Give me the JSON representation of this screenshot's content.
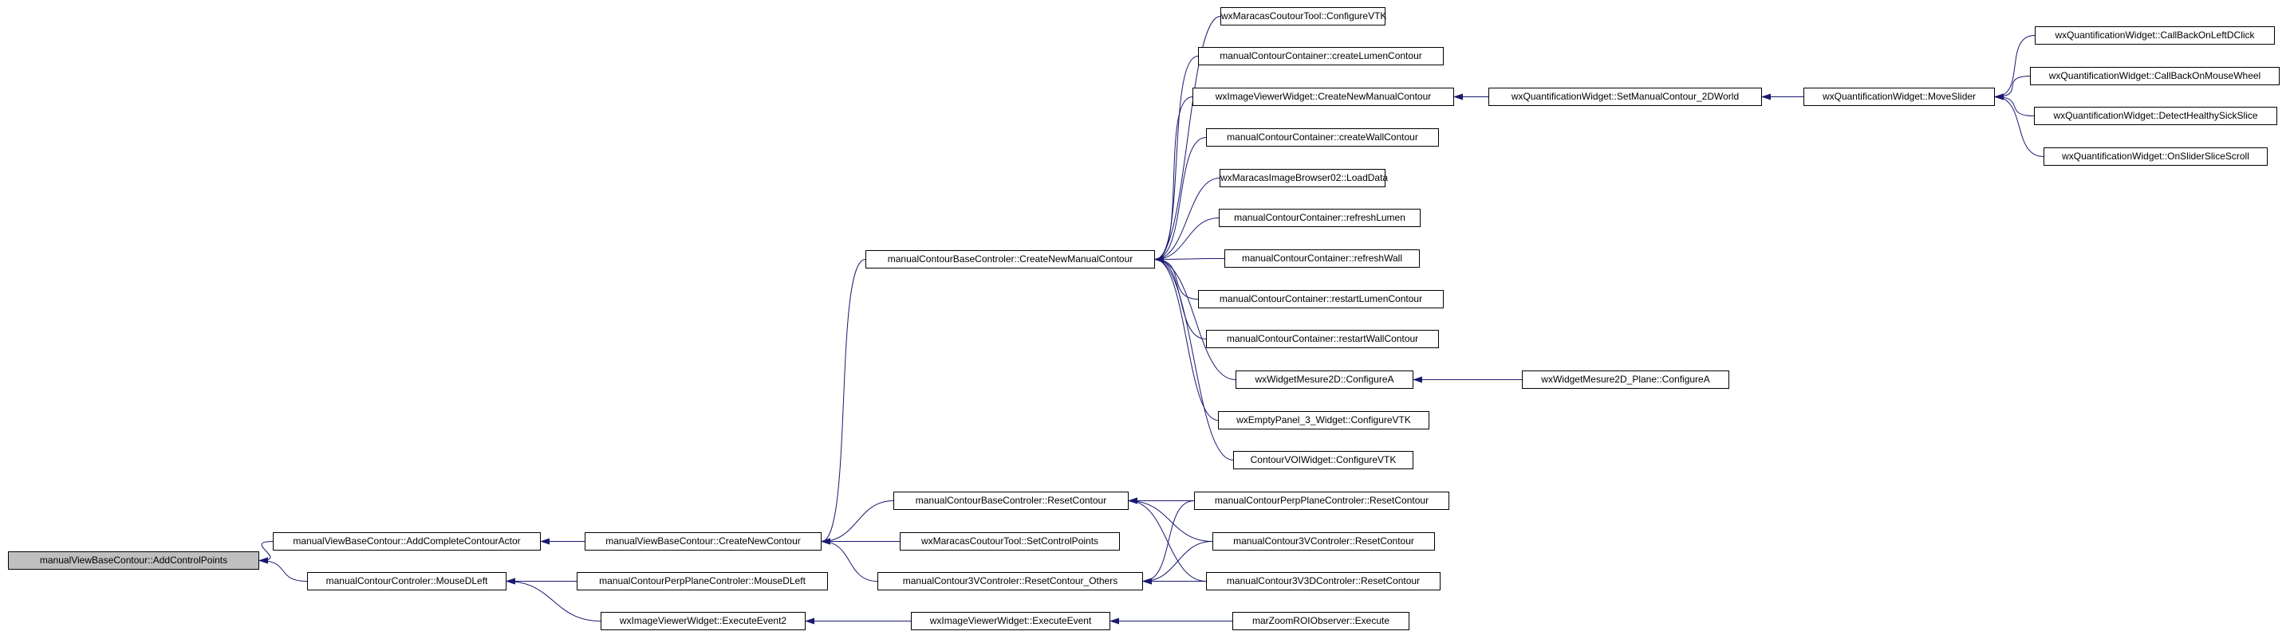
{
  "graph": {
    "colors": {
      "edge": "#191970",
      "node_border": "#000000",
      "root_fill": "#bfbfbf",
      "node_fill": "#ffffff"
    },
    "root": "manualViewBaseContour::AddControlPoints",
    "nodes": {
      "n0": "manualViewBaseContour::AddControlPoints",
      "n1": "manualViewBaseContour::AddCompleteContourActor",
      "n2": "manualContourControler::MouseDLeft",
      "n3": "manualViewBaseContour::CreateNewContour",
      "n4": "manualContourPerpPlaneControler::MouseDLeft",
      "n5": "wxImageViewerWidget::ExecuteEvent2",
      "n6": "manualContourBaseControler::CreateNewManualContour",
      "n7": "manualContourBaseControler::ResetContour",
      "n8": "wxMaracasCoutourTool::SetControlPoints",
      "n9": "manualContour3VControler::ResetContour_Others",
      "n10": "wxImageViewerWidget::ExecuteEvent",
      "n11": "wxMaracasCoutourTool::ConfigureVTK",
      "n12": "manualContourContainer::createLumenContour",
      "n13": "wxImageViewerWidget::CreateNewManualContour",
      "n14": "manualContourContainer::createWallContour",
      "n15": "wxMaracasImageBrowser02::LoadData",
      "n16": "manualContourContainer::refreshLumen",
      "n17": "manualContourContainer::refreshWall",
      "n18": "manualContourContainer::restartLumenContour",
      "n19": "manualContourContainer::restartWallContour",
      "n20": "wxWidgetMesure2D::ConfigureA",
      "n21": "wxEmptyPanel_3_Widget::ConfigureVTK",
      "n22": "ContourVOIWidget::ConfigureVTK",
      "n23": "manualContourPerpPlaneControler::ResetContour",
      "n24": "manualContour3VControler::ResetContour",
      "n25": "manualContour3V3DControler::ResetContour",
      "n26": "marZoomROIObserver::Execute",
      "n27": "wxQuantificationWidget::SetManualContour_2DWorld",
      "n28": "wxWidgetMesure2D_Plane::ConfigureA",
      "n29": "wxQuantificationWidget::MoveSlider",
      "n30": "wxQuantificationWidget::CallBackOnLeftDClick",
      "n31": "wxQuantificationWidget::CallBackOnMouseWheel",
      "n32": "wxQuantificationWidget::DetectHealthySickSlice",
      "n33": "wxQuantificationWidget::OnSliderSliceScroll"
    },
    "edges": [
      [
        "n1",
        "n0"
      ],
      [
        "n2",
        "n0"
      ],
      [
        "n3",
        "n1"
      ],
      [
        "n4",
        "n2"
      ],
      [
        "n5",
        "n2"
      ],
      [
        "n6",
        "n3"
      ],
      [
        "n7",
        "n3"
      ],
      [
        "n8",
        "n3"
      ],
      [
        "n9",
        "n3"
      ],
      [
        "n10",
        "n5"
      ],
      [
        "n11",
        "n6"
      ],
      [
        "n12",
        "n6"
      ],
      [
        "n13",
        "n6"
      ],
      [
        "n14",
        "n6"
      ],
      [
        "n15",
        "n6"
      ],
      [
        "n16",
        "n6"
      ],
      [
        "n17",
        "n6"
      ],
      [
        "n18",
        "n6"
      ],
      [
        "n19",
        "n6"
      ],
      [
        "n20",
        "n6"
      ],
      [
        "n21",
        "n6"
      ],
      [
        "n22",
        "n6"
      ],
      [
        "n23",
        "n7"
      ],
      [
        "n24",
        "n7"
      ],
      [
        "n25",
        "n7"
      ],
      [
        "n23",
        "n9"
      ],
      [
        "n24",
        "n9"
      ],
      [
        "n25",
        "n9"
      ],
      [
        "n26",
        "n10"
      ],
      [
        "n27",
        "n13"
      ],
      [
        "n28",
        "n20"
      ],
      [
        "n29",
        "n27"
      ],
      [
        "n30",
        "n29"
      ],
      [
        "n31",
        "n29"
      ],
      [
        "n32",
        "n29"
      ],
      [
        "n33",
        "n29"
      ]
    ]
  }
}
